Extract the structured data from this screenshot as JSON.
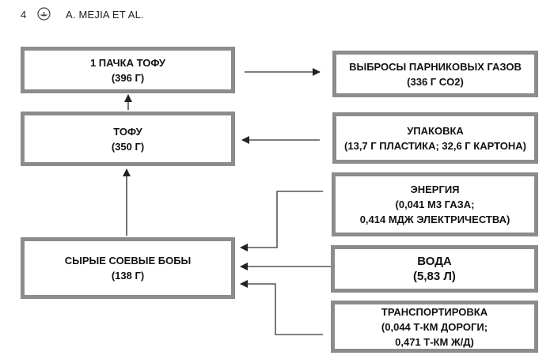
{
  "header": {
    "page_number": "4",
    "logo_icon": "publisher-lamp-logo-icon",
    "running_head": "A. MEJIA ET AL."
  },
  "diagram": {
    "nodes": {
      "package": {
        "title": "1 ПАЧКА ТОФУ",
        "value": "(396 Г)"
      },
      "emissions": {
        "title": "ВЫБРОСЫ ПАРНИКОВЫХ ГАЗОВ",
        "value": "(336  Г CO2)"
      },
      "tofu": {
        "title": "ТОФУ",
        "value": "(350 Г)"
      },
      "packaging": {
        "title": "УПАКОВКА",
        "value": "(13,7 Г ПЛАСТИКА; 32,6  Г КАРТОНА)"
      },
      "energy": {
        "title": "ЭНЕРГИЯ",
        "line2": "(0,041 М3  ГАЗА;",
        "line3": "0,414 МДЖ ЭЛЕКТРИЧЕСТВА)"
      },
      "soybeans": {
        "title": "СЫРЫЕ СОЕВЫЕ  БОБЫ",
        "value": "(138 Г)"
      },
      "water": {
        "title": "ВОДА",
        "value": "(5,83 Л)"
      },
      "transport": {
        "title": "ТРАНСПОРТИРОВКА",
        "line2": "(0,044 Т-КМ ДОРОГИ;",
        "line3": "0,471 Т-КМ Ж/Д)"
      }
    },
    "edges": [
      {
        "from": "soybeans",
        "to": "tofu"
      },
      {
        "from": "tofu",
        "to": "package"
      },
      {
        "from": "package",
        "to": "emissions"
      },
      {
        "from": "packaging",
        "to": "tofu"
      },
      {
        "from": "energy",
        "to": "soybeans"
      },
      {
        "from": "water",
        "to": "soybeans"
      },
      {
        "from": "transport",
        "to": "soybeans"
      }
    ]
  }
}
